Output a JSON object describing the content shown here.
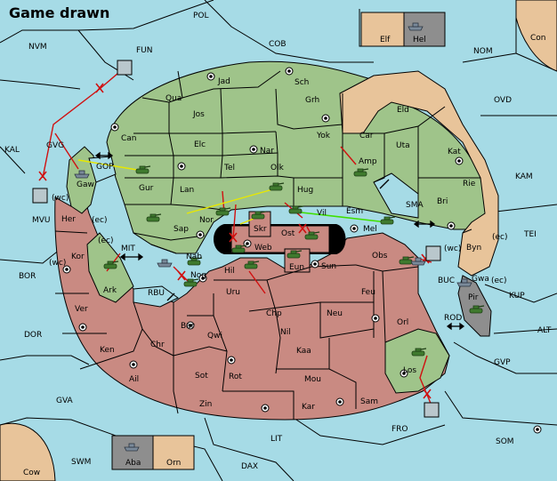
{
  "title": "Game drawn",
  "colors": {
    "water": "#a6dbe6",
    "green": "#9fc48a",
    "red": "#c98a82",
    "tan": "#e8c49a",
    "gray": "#8e8e8e",
    "unit": "#3f7a2e",
    "order_red": "#d01010",
    "order_yellow": "#e8e800",
    "order_green": "#40e000"
  },
  "labels": {
    "pol": "POL",
    "nvm": "NVM",
    "fun": "FUN",
    "cob": "COB",
    "nom": "NOM",
    "con": "Con",
    "elf": "Elf",
    "hel": "Hel",
    "kal": "KAL",
    "gvg": "GVG",
    "gop": "GOP",
    "gaw": "Gaw",
    "mvu": "MVU",
    "wc1": "(wc)",
    "ec1": "(ec)",
    "her": "Her",
    "kor": "Kor",
    "wc2": "(wc)",
    "ec2": "(ec)",
    "mit": "MIT",
    "ark": "Ark",
    "bor": "BOR",
    "ver": "Ver",
    "rbu": "RBU",
    "dor": "DOR",
    "ken": "Ken",
    "ail": "Ail",
    "chr": "Chr",
    "gva": "GVA",
    "jad": "Jad",
    "sch": "Sch",
    "qua": "Qua",
    "jos": "Jos",
    "grh": "Grh",
    "can": "Can",
    "elc": "Elc",
    "nar": "Nar",
    "yok": "Yok",
    "car": "Car",
    "eld": "Eld",
    "ovd": "OVD",
    "uta": "Uta",
    "kat": "Kat",
    "amp": "Amp",
    "gur": "Gur",
    "tel": "Tel",
    "olk": "Olk",
    "kam": "KAM",
    "lan": "Lan",
    "hug": "Hug",
    "rie": "Rie",
    "sma": "SMA",
    "bri": "Bri",
    "esm": "Esm",
    "vil": "Vil",
    "skr": "Skr",
    "sap": "Sap",
    "nor": "Nor",
    "ost": "Ost",
    "mel": "Mel",
    "tei": "TEI",
    "web": "Web",
    "byn": "Byn",
    "ec3": "(ec)",
    "wc3": "(wc)",
    "nab": "Nab",
    "eun": "Eun",
    "sun": "Sun",
    "obs": "Obs",
    "buc": "BUC",
    "gwa": "Gwa",
    "ec4": "(ec)",
    "kup": "KUP",
    "hil": "Hil",
    "nog": "Nog",
    "uru": "Uru",
    "feu": "Feu",
    "pir": "Pir",
    "chp": "Chp",
    "neu": "Neu",
    "bar": "Bar",
    "qwi": "Qwi",
    "rod": "ROD",
    "orl": "Orl",
    "nil": "Nil",
    "alt": "ALT",
    "kaa": "Kaa",
    "sot": "Sot",
    "rot": "Rot",
    "mou": "Mou",
    "los": "Los",
    "gvp": "GVP",
    "zin": "Zin",
    "kar": "Kar",
    "sam": "Sam",
    "fro": "FRO",
    "lit": "LIT",
    "som": "SOM",
    "swm": "SWM",
    "aba": "Aba",
    "orn": "Orn",
    "dax": "DAX",
    "cow": "Cow"
  }
}
